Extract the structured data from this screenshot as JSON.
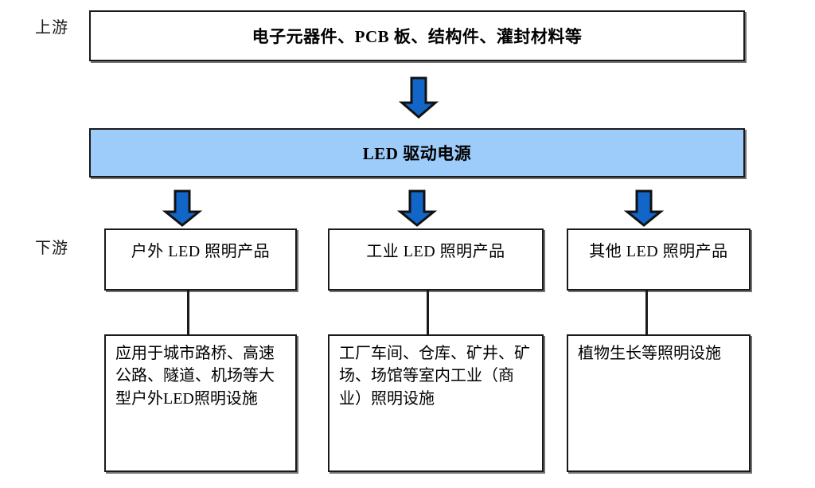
{
  "diagram": {
    "title_upstream_label": "上游",
    "title_downstream_label": "下游",
    "colors": {
      "core_fill": "#9dcbfa",
      "arrow_fill": "#1266c8",
      "outline": "#1a1a1a"
    },
    "upstream": {
      "text": "电子元器件、PCB 板、结构件、灌封材料等"
    },
    "core": {
      "text": "LED 驱动电源"
    },
    "products": [
      {
        "name": "户外 LED 照明产品",
        "detail": "应用于城市路桥、高速公路、隧道、机场等大型户外LED照明设施"
      },
      {
        "name": "工业 LED 照明产品",
        "detail": "工厂车间、仓库、矿井、矿场、场馆等室内工业（商业）照明设施"
      },
      {
        "name": "其他 LED 照明产品",
        "detail": "植物生长等照明设施"
      }
    ],
    "arrows": {
      "count": 4,
      "direction": "down"
    }
  }
}
